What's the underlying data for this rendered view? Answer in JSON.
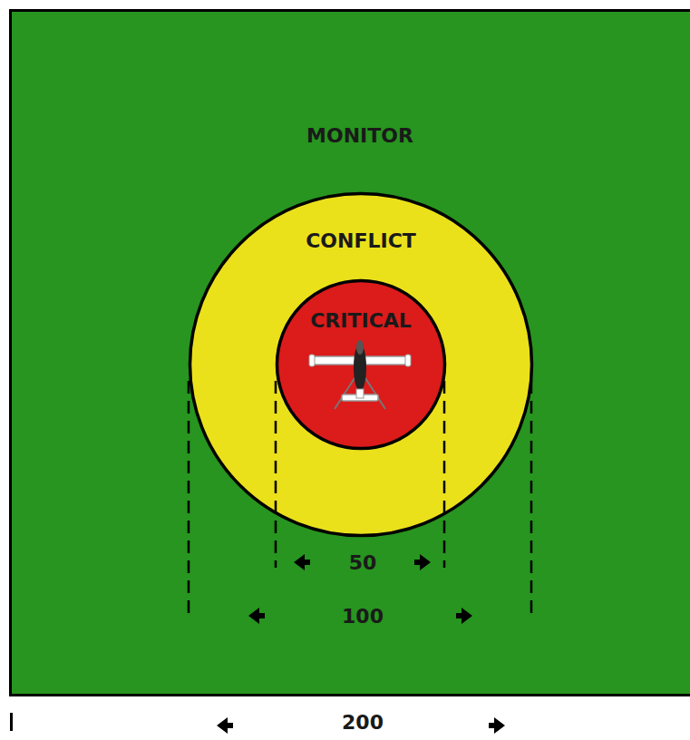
{
  "diagram": {
    "nodes": [
      {
        "text": [
          "MONITOR"
        ]
      },
      {
        "text": [
          "CONFLICT"
        ],
        "in": 0
      },
      {
        "text": [
          "CRITICAL"
        ],
        "in": 1
      }
    ],
    "labels": [
      "50",
      "100",
      "200"
    ]
  }
}
